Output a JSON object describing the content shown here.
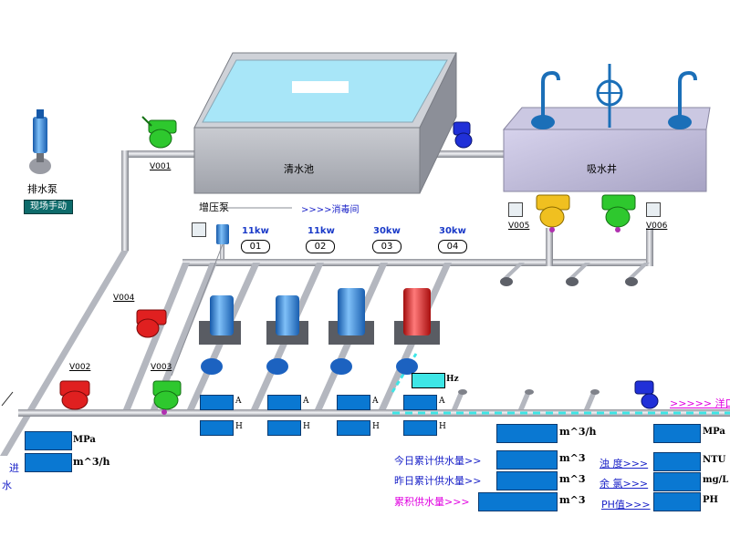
{
  "tanks": {
    "clear_water": "清水池",
    "suction_well": "吸水井"
  },
  "drainage_pump": {
    "label": "排水泵",
    "mode_button": "现场手动"
  },
  "valves": {
    "v001": "V001",
    "v002": "V002",
    "v003": "V003",
    "v004": "V004",
    "v005": "V005",
    "v006": "V006"
  },
  "booster": {
    "label": "增压泵",
    "disinfection_link": ">>>>消毒间"
  },
  "pumps": [
    {
      "power": "11kw",
      "number": "01",
      "amp_unit": "A",
      "hour_unit": "H"
    },
    {
      "power": "11kw",
      "number": "02",
      "amp_unit": "A",
      "hour_unit": "H"
    },
    {
      "power": "30kw",
      "number": "03",
      "amp_unit": "A",
      "hour_unit": "H"
    },
    {
      "power": "30kw",
      "number": "04",
      "amp_unit": "A",
      "hour_unit": "H"
    }
  ],
  "frequency_unit": "Hz",
  "outlet": {
    "link": ">>>>> 洋口",
    "flow_unit": "m^3/h",
    "pressure_unit": "MPa"
  },
  "inlet": {
    "pressure_unit": "MPa",
    "flow_unit": "m^3/h",
    "label_top": "进",
    "label_bottom": "水"
  },
  "totals": {
    "today_label": "今日累计供水量>>",
    "yesterday_label": "昨日累计供水量>>",
    "cumulative_label": "累积供水量>>>",
    "unit": "m^3"
  },
  "quality": {
    "turbidity_link": "浊 度>>>",
    "turbidity_unit": "NTU",
    "chlorine_link": "余 氯>>>",
    "chlorine_unit": "mg/L",
    "ph_link": "PH值>>>",
    "ph_unit": "PH"
  },
  "colors": {
    "pipe": "#b9bcc4",
    "pump_blue": "#2a7fd0",
    "pump_red": "#d91c1c",
    "valve_green": "#2ec82e",
    "valve_red": "#e02020",
    "valve_yellow": "#f0c020",
    "display_box": "#0a78d2",
    "tank_water": "#a8e6f8"
  }
}
